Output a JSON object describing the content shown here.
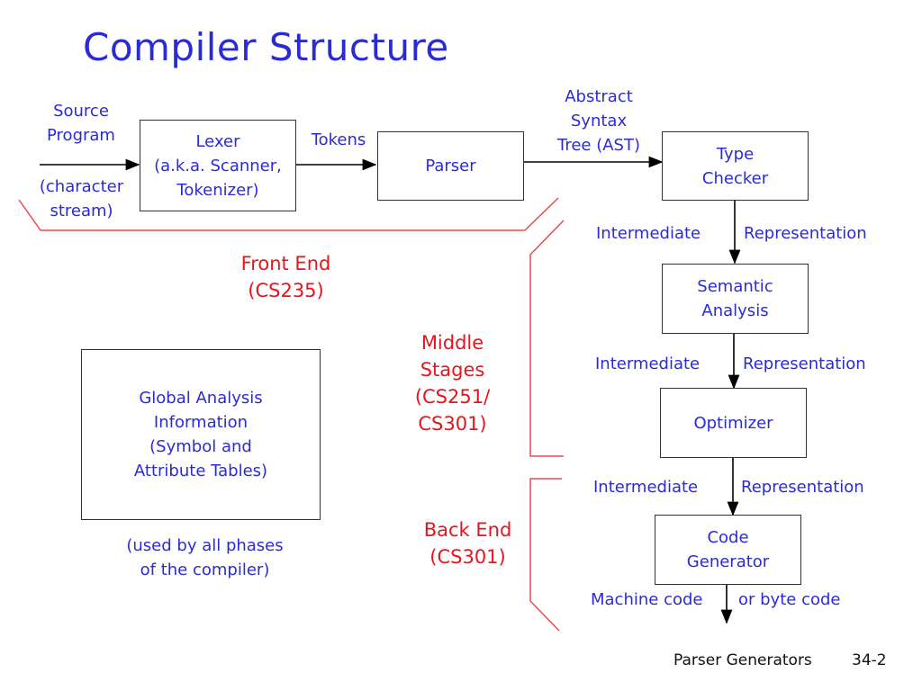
{
  "title": "Compiler Structure",
  "source": {
    "line1": "Source",
    "line2": "Program",
    "line3": "(character",
    "line4": "stream)"
  },
  "lexer": {
    "line1": "Lexer",
    "line2": "(a.k.a. Scanner,",
    "line3": "Tokenizer)"
  },
  "tokens_label": "Tokens",
  "parser": {
    "label": "Parser"
  },
  "ast_label": {
    "line1": "Abstract",
    "line2": "Syntax",
    "line3": "Tree (AST)"
  },
  "type_checker": {
    "line1": "Type",
    "line2": "Checker"
  },
  "ir_labels": [
    {
      "left": "Intermediate",
      "right": "Representation"
    },
    {
      "left": "Intermediate",
      "right": "Representation"
    },
    {
      "left": "Intermediate",
      "right": "Representation"
    }
  ],
  "semantic_analysis": {
    "line1": "Semantic",
    "line2": "Analysis"
  },
  "optimizer": {
    "label": "Optimizer"
  },
  "code_generator": {
    "line1": "Code",
    "line2": "Generator"
  },
  "output_label": {
    "left": "Machine code",
    "right": "or byte code"
  },
  "front_end": {
    "line1": "Front End",
    "line2": "(CS235)"
  },
  "middle_stages": {
    "line1": "Middle",
    "line2": "Stages",
    "line3": "(CS251/",
    "line4": "CS301)"
  },
  "back_end": {
    "line1": "Back End",
    "line2": "(CS301)"
  },
  "global_info": {
    "line1": "Global Analysis",
    "line2": "Information",
    "line3": "(Symbol and",
    "line4": "Attribute Tables)"
  },
  "global_note": {
    "line1": "(used by all phases",
    "line2": "of the compiler)"
  },
  "footer": {
    "deck": "Parser Generators",
    "page": "34-2"
  },
  "colors": {
    "text": "#2b2bd6",
    "phase": "#e8141c",
    "arrow": "#000000"
  }
}
